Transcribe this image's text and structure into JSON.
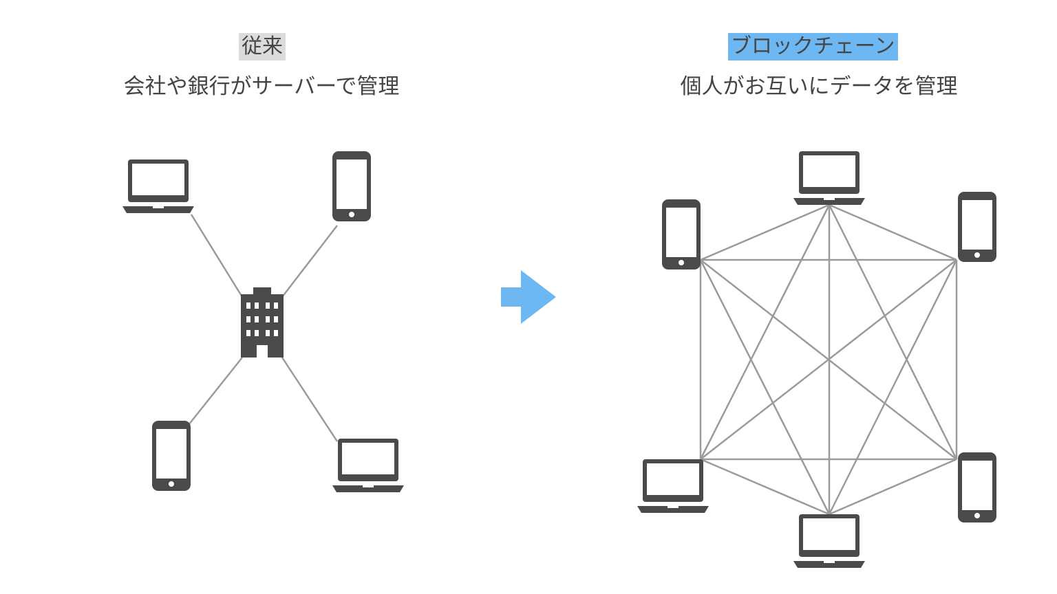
{
  "left_panel": {
    "title": "従来",
    "subtitle": "会社や銀行がサーバーで管理"
  },
  "right_panel": {
    "title": "ブロックチェーン",
    "subtitle": "個人がお互いにデータを管理"
  },
  "colors": {
    "icon": "#4a4a4a",
    "link": "#9a9a9a",
    "arrow": "#6db8f2",
    "left_title_bg": "#dcdcdc",
    "right_title_bg": "#6db8f2",
    "text": "#454545"
  },
  "icons": {
    "laptop": "laptop-icon",
    "smartphone": "smartphone-icon",
    "building": "building-icon",
    "arrow": "arrow-right-icon"
  }
}
